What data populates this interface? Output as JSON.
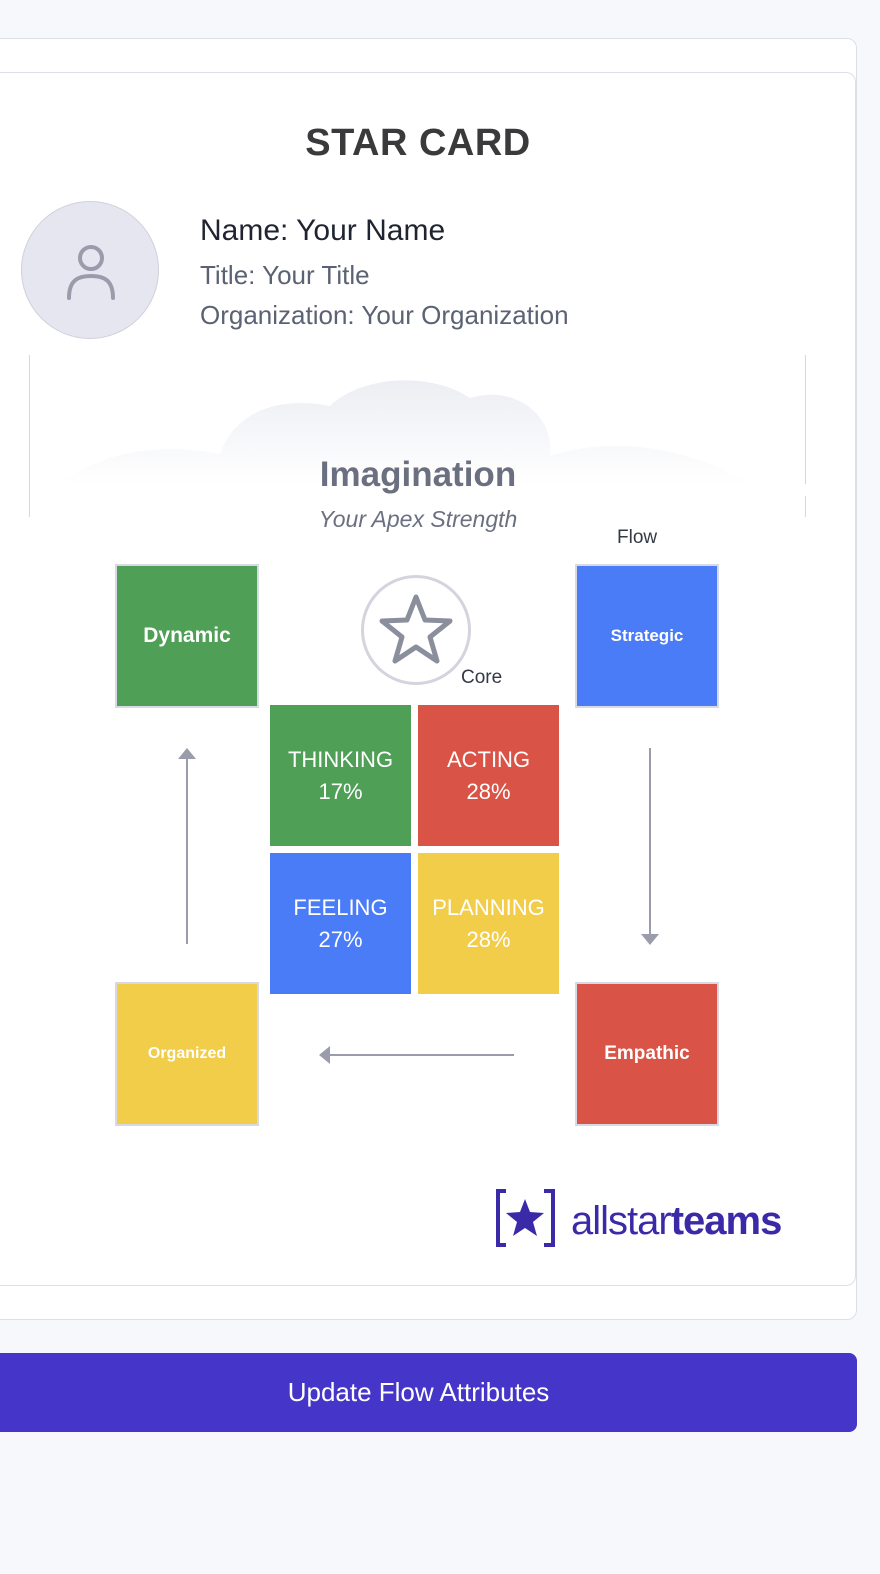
{
  "card": {
    "title": "STAR CARD",
    "profile": {
      "name": "Name: Your Name",
      "title": "Title: Your Title",
      "organization": "Organization: Your Organization"
    },
    "apex": {
      "label": "Imagination",
      "subtitle": "Your Apex Strength"
    },
    "labels": {
      "flow": "Flow",
      "core": "Core"
    },
    "flow_attributes": [
      {
        "label": "Dynamic",
        "color": "#4f9f57"
      },
      {
        "label": "Strategic",
        "color": "#4a7cf8"
      },
      {
        "label": "Empathic",
        "color": "#d95446"
      },
      {
        "label": "Organized",
        "color": "#f2cd4a"
      }
    ],
    "quadrants": [
      {
        "name": "THINKING",
        "percent": "17%",
        "color": "#4f9f57"
      },
      {
        "name": "ACTING",
        "percent": "28%",
        "color": "#d95446"
      },
      {
        "name": "FEELING",
        "percent": "27%",
        "color": "#4a7cf8"
      },
      {
        "name": "PLANNING",
        "percent": "28%",
        "color": "#f2cd4a"
      }
    ],
    "logo": {
      "text_light": "allstar",
      "text_bold": "teams",
      "color": "#3b2aa8"
    }
  },
  "actions": {
    "update_flow_label": "Update Flow Attributes"
  },
  "icons": {
    "avatar": "user-icon",
    "core": "star-icon",
    "logo": "allstarteams-logo-icon"
  }
}
